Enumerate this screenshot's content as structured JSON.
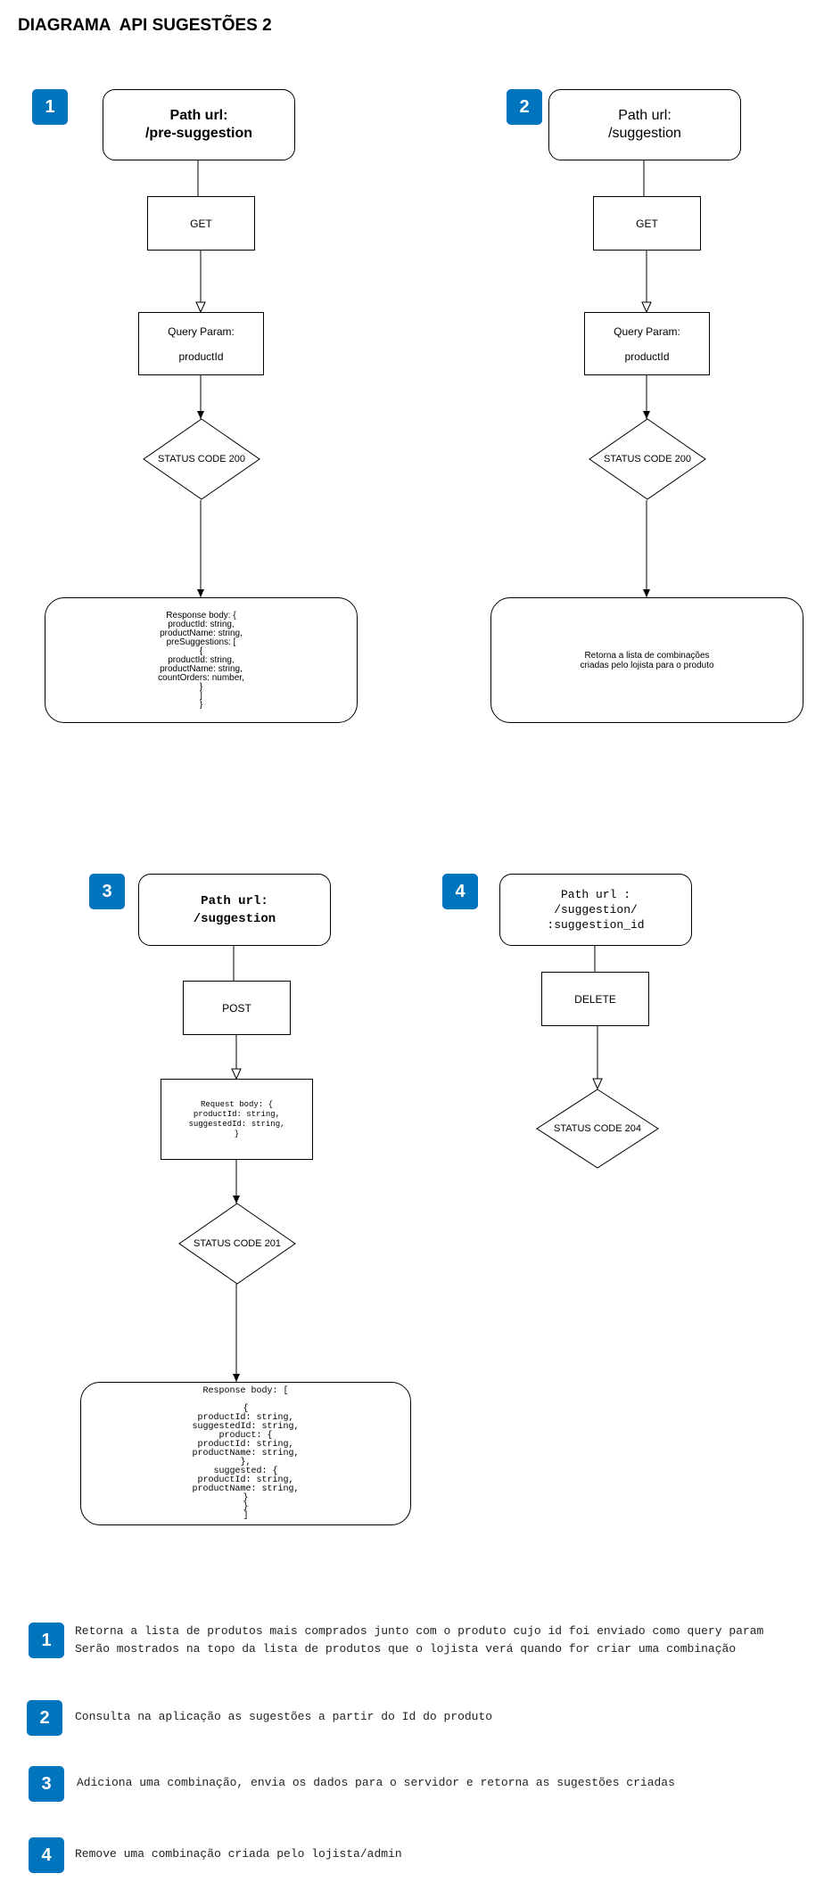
{
  "title": "DIAGRAMA  API SUGESTÕES 2",
  "colors": {
    "badge": "#0074bd",
    "stroke": "#000000"
  },
  "flow1": {
    "badge": "1",
    "path": "Path url:\n/pre-suggestion",
    "method": "GET",
    "query": "Query Param:\n\nproductId",
    "status": "STATUS CODE 200",
    "response": "Response body: {\nproductId: string,\nproductName: string,\npreSuggestions: [\n{\nproductId: string,\nproductName: string,\ncountOrders: number,\n}\n]\n}"
  },
  "flow2": {
    "badge": "2",
    "path": "Path url:\n/suggestion",
    "method": "GET",
    "query": "Query Param:\n\nproductId",
    "status": "STATUS CODE 200",
    "response": "Retorna a lista de combinações\ncriadas pelo lojista para o produto"
  },
  "flow3": {
    "badge": "3",
    "path": "Path url:\n/suggestion",
    "method": "POST",
    "request": "Request body: {\nproductId: string,\nsuggestedId: string,\n}",
    "status": "STATUS CODE 201",
    "response": "Response body: [\n\n{\nproductId: string,\nsuggestedId: string,\nproduct: {\nproductId: string,\nproductName: string,\n},\nsuggested: {\nproductId: string,\nproductName: string,\n}\n}\n]"
  },
  "flow4": {
    "badge": "4",
    "path": "Path url :\n/suggestion/\n:suggestion_id",
    "method": "DELETE",
    "status": "STATUS CODE 204"
  },
  "legend": [
    {
      "badge": "1",
      "text": "Retorna a lista de produtos mais comprados junto com o produto cujo id foi enviado como query param\nSerão mostrados na topo da lista de produtos que o lojista verá quando for criar uma combinação"
    },
    {
      "badge": "2",
      "text": "Consulta na aplicação as sugestões a partir do Id do produto"
    },
    {
      "badge": "3",
      "text": "Adiciona uma combinação, envia os dados para o servidor e retorna as sugestões criadas"
    },
    {
      "badge": "4",
      "text": "Remove uma combinação criada pelo lojista/admin"
    }
  ]
}
